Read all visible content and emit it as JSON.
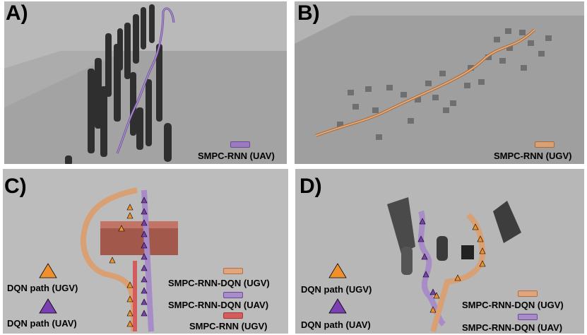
{
  "panels": {
    "a": {
      "label": "A)",
      "legend": [
        {
          "text": "SMPC-RNN (UAV)",
          "color": "#9a7bbf"
        }
      ]
    },
    "b": {
      "label": "B)",
      "legend": [
        {
          "text": "SMPC-RNN (UGV)",
          "color": "#d9a073"
        }
      ]
    },
    "c": {
      "label": "C)",
      "markers": [
        {
          "text": "DQN path (UGV)",
          "color": "#f0902c"
        },
        {
          "text": "DQN path (UAV)",
          "color": "#7a3fb0"
        }
      ],
      "legend": [
        {
          "text": "SMPC-RNN-DQN (UGV)",
          "color": "#e0a47e"
        },
        {
          "text": "SMPC-RNN-DQN (UAV)",
          "color": "#a78cc8"
        },
        {
          "text": "SMPC-RNN (UGV)",
          "color": "#d45c5c"
        }
      ]
    },
    "d": {
      "label": "D)",
      "markers": [
        {
          "text": "DQN path (UGV)",
          "color": "#f0902c"
        },
        {
          "text": "DQN path (UAV)",
          "color": "#7a3fb0"
        }
      ],
      "legend": [
        {
          "text": "SMPC-RNN-DQN (UGV)",
          "color": "#e0a47e"
        },
        {
          "text": "SMPC-RNN-DQN (UAV)",
          "color": "#a78cc8"
        }
      ]
    }
  }
}
